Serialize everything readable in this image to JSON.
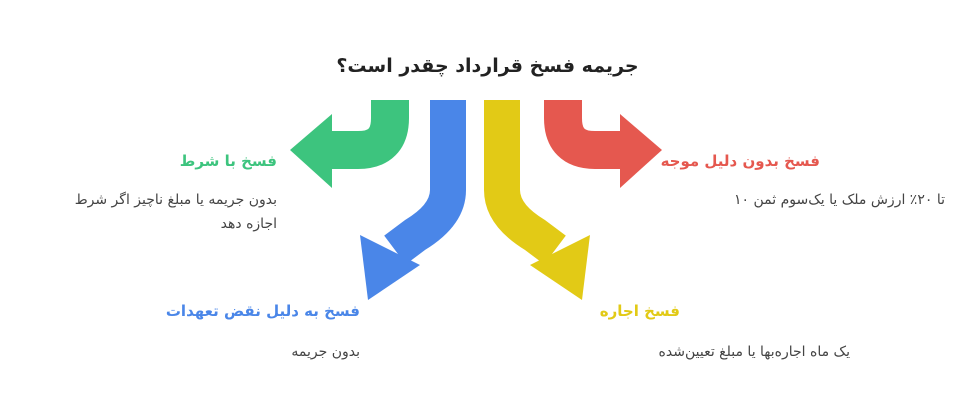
{
  "title": "جریمه فسخ قرارداد چقدر است؟",
  "colors": {
    "green": "#3dc47e",
    "blue": "#4a86e8",
    "yellow": "#e2ca16",
    "red": "#e5584f"
  },
  "items": [
    {
      "heading": "فسخ با شرط",
      "desc": [
        "بدون جریمه یا مبلغ ناچیز اگر شرط",
        "اجازه دهد"
      ]
    },
    {
      "heading": "فسخ به دلیل نقض تعهدات",
      "desc": [
        "بدون جریمه"
      ]
    },
    {
      "heading": "فسخ اجاره",
      "desc": [
        "یک ماه اجاره‌بها یا مبلغ تعیین‌شده"
      ]
    },
    {
      "heading": "فسخ بدون دلیل موجه",
      "desc": [
        "تا ۲۰٪ ارزش ملک یا یک‌سوم ثمن ۱۰"
      ]
    }
  ]
}
